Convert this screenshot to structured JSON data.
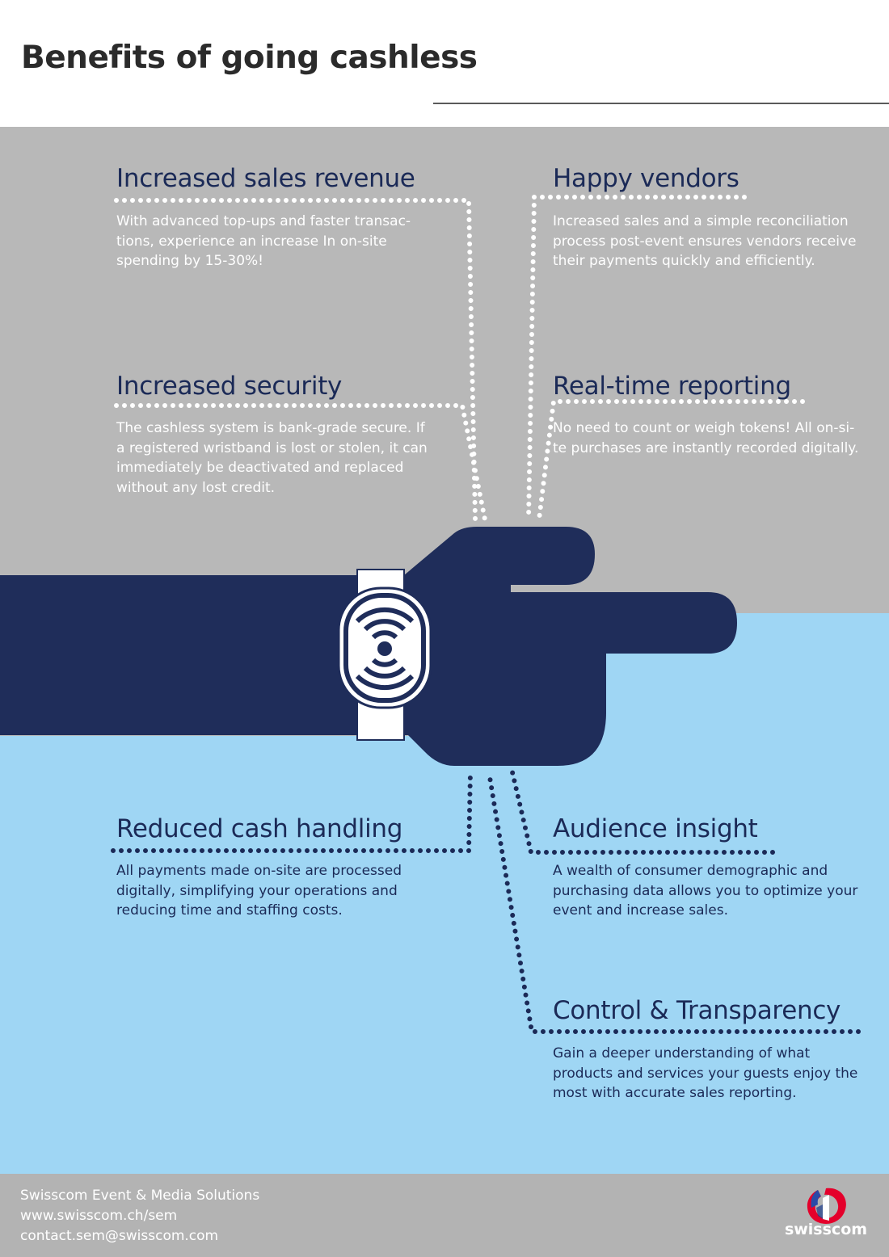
{
  "page": {
    "title": "Benefits of going cashless"
  },
  "benefits": [
    {
      "heading": "Increased sales revenue",
      "lines": [
        "With advanced top-ups and faster transac-",
        "tions, experience an increase In on-site",
        "spending by 15-30%!"
      ]
    },
    {
      "heading": "Happy vendors",
      "lines": [
        "Increased sales and a simple reconciliation",
        "process post-event ensures vendors receive",
        "their payments quickly and efficiently."
      ]
    },
    {
      "heading": "Increased security",
      "lines": [
        "The cashless system is bank-grade secure. If",
        "a registered wristband is lost or stolen, it can",
        "immediately be deactivated and replaced",
        "without any lost credit."
      ]
    },
    {
      "heading": "Real-time reporting",
      "lines": [
        "No need to count or weigh tokens! All on-si-",
        "te purchases are instantly recorded digitally."
      ]
    },
    {
      "heading": "Reduced cash handling",
      "lines": [
        "All payments made on-site are processed",
        "digitally, simplifying your operations and",
        "reducing time and staffing costs."
      ]
    },
    {
      "heading": "Audience insight",
      "lines": [
        "A wealth of consumer demographic and",
        "purchasing data allows you to optimize your",
        "event and increase sales."
      ]
    },
    {
      "heading": "Control & Transparency",
      "lines": [
        "Gain a deeper understanding of what",
        "products and services your guests enjoy the",
        "most with accurate sales reporting."
      ]
    }
  ],
  "footer": {
    "company": "Swisscom Event & Media Solutions",
    "website": "www.swisscom.ch/sem",
    "email": "contact.sem@swisscom.com",
    "logo_text": "swisscom"
  },
  "colors": {
    "navy": "#1b2a57",
    "gray": "#b8b8b8",
    "light_blue": "#9fd6f4",
    "logo_red": "#e4002b"
  },
  "icons": [
    "hand-with-wristband-illustration",
    "contactless-wristband-icon",
    "swisscom-logo-icon"
  ]
}
